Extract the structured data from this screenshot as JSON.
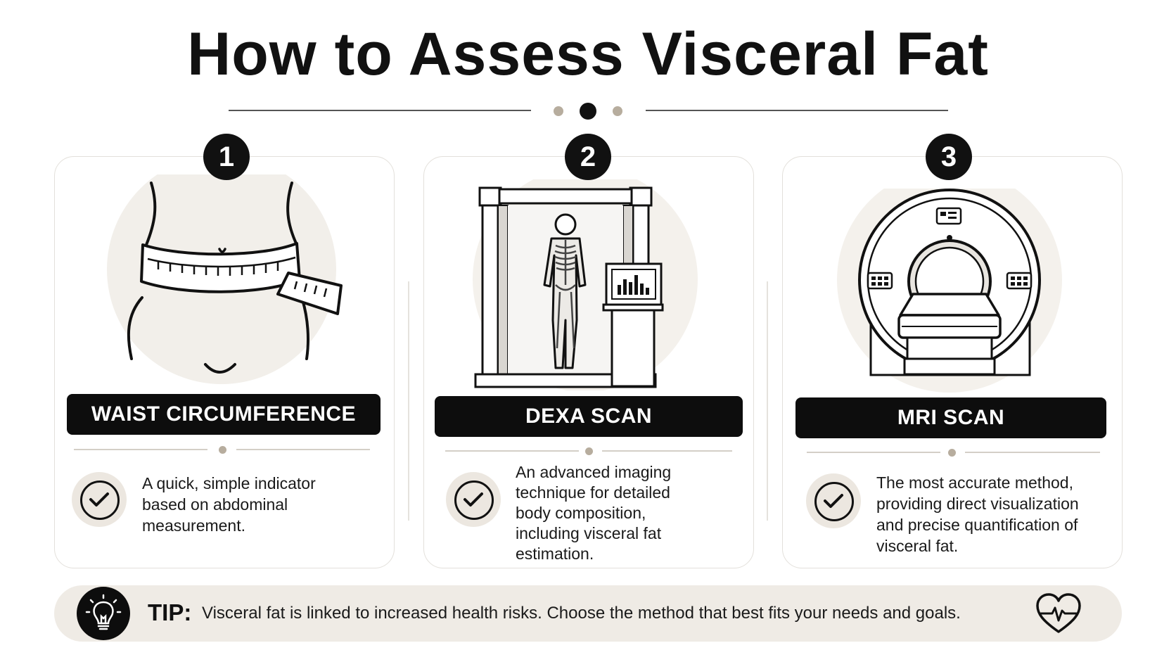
{
  "title": "How to Assess Visceral Fat",
  "methods": [
    {
      "number": "1",
      "label": "WAIST CIRCUMFERENCE",
      "description": "A quick, simple indicator based on abdominal measurement.",
      "illustration": "waist-tape-measure-illustration"
    },
    {
      "number": "2",
      "label": "DEXA SCAN",
      "description": "An advanced imaging technique for detailed body composition, including visceral fat estimation.",
      "illustration": "dexa-scanner-illustration"
    },
    {
      "number": "3",
      "label": "MRI SCAN",
      "description": "The most accurate method, providing direct visualization and precise quantification of visceral fat.",
      "illustration": "mri-machine-illustration"
    }
  ],
  "tip": {
    "label": "TIP:",
    "text": "Visceral fat is linked to increased health risks. Choose the method that best fits your needs and goals.",
    "icon": "lightbulb-icon",
    "end_icon": "heart-pulse-icon"
  },
  "colors": {
    "ink": "#111111",
    "accent_beige": "#b7ad9e",
    "panel_beige": "#efebe5",
    "card_border": "#e3e0db"
  }
}
